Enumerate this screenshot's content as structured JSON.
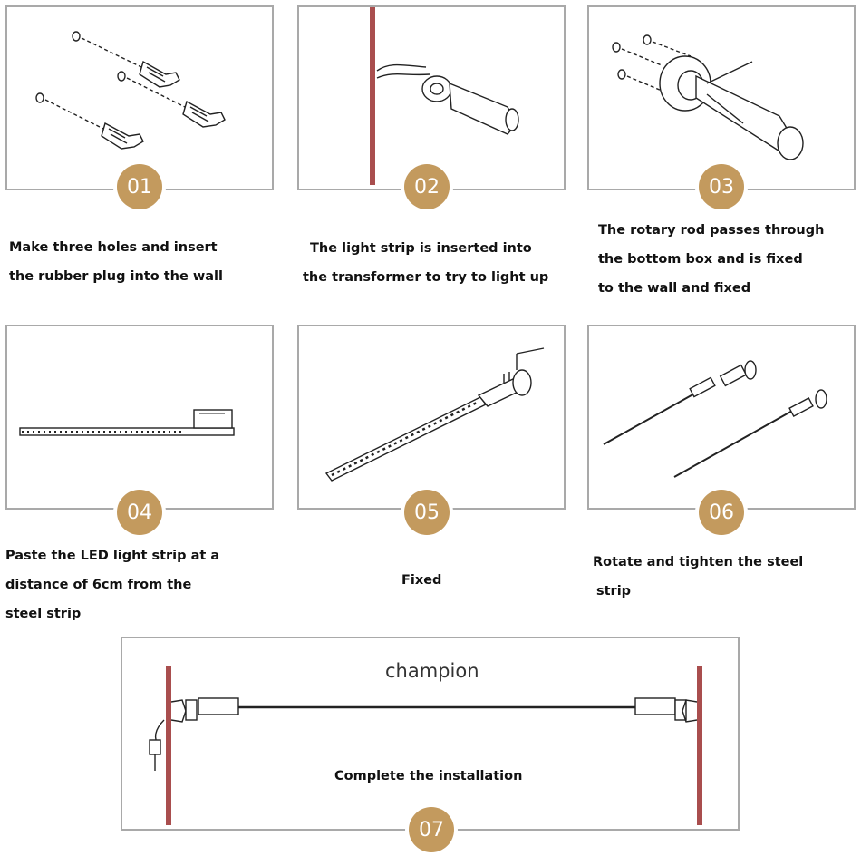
{
  "steps": [
    {
      "number": "01",
      "lines": [
        "Make three holes and insert",
        "the rubber plug into the wall"
      ]
    },
    {
      "number": "02",
      "lines": [
        "The light strip is inserted into",
        "the transformer to try to light up"
      ]
    },
    {
      "number": "03",
      "lines": [
        "The rotary rod passes through",
        "the bottom box and is fixed",
        "to the wall and fixed"
      ]
    },
    {
      "number": "04",
      "lines": [
        "Paste the LED light strip at a",
        "distance of 6cm from the",
        "steel strip"
      ]
    },
    {
      "number": "05",
      "lines": [
        "Fixed"
      ]
    },
    {
      "number": "06",
      "lines": [
        "Rotate and tighten the steel",
        "strip"
      ]
    }
  ],
  "final": {
    "number": "07",
    "brand": "champion",
    "caption": "Complete the installation"
  },
  "colors": {
    "badge": "#c39a5e",
    "wall": "#a94e4e",
    "panel_border": "#a9a9a9"
  }
}
